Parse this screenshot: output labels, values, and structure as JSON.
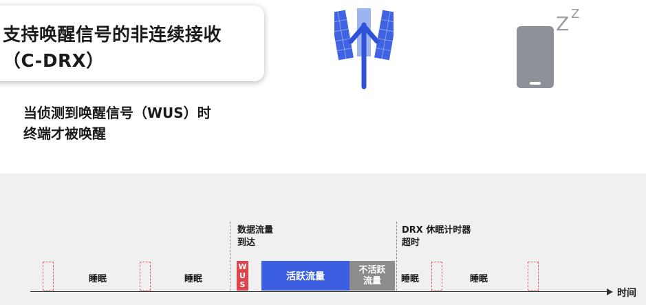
{
  "title": {
    "line1": "支持唤醒信号的非连续接收",
    "line2": "（C-DRX）"
  },
  "description": {
    "line1": "当侦测到唤醒信号（WUS）时",
    "line2": "终端才被唤醒"
  },
  "icons": {
    "satellite": "satellite-tower-icon",
    "phone": "sleeping-phone-icon",
    "zzz": "zzz-sleep-icon"
  },
  "colors": {
    "accent_blue": "#3b5fe0",
    "wus_red": "#e0434b",
    "inactive_gray": "#8c8c8c",
    "slot_dashed": "#e06060"
  },
  "zzz_text": "ZZ",
  "timeline": {
    "annotation_data_arrival": {
      "line1": "数据流量",
      "line2": "到达"
    },
    "annotation_timer_expiry": {
      "line1": "DRX 休眠计时器",
      "line2": "超时"
    },
    "sleep_label": "睡眠",
    "wus_letters": [
      "W",
      "U",
      "S"
    ],
    "active_label": "活跃流量",
    "inactive_label": {
      "line1": "不活跃",
      "line2": "流量"
    },
    "axis_label": "时间"
  }
}
